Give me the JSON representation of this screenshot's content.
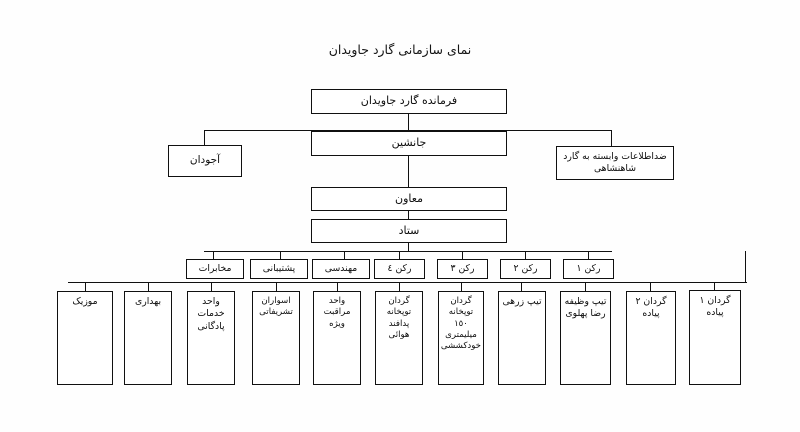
{
  "document": {
    "title": "نمای سازمانی گارد جاویدان",
    "language": "fa",
    "direction": "rtl"
  },
  "chart_data": {
    "type": "diagram",
    "diagram_kind": "organizational-chart",
    "title": "نمای سازمانی گارد جاویدان",
    "orientation": "top-down",
    "reading_direction": "right-to-left",
    "levels": [
      {
        "level": 1,
        "nodes": [
          "فرمانده گارد جاویدان"
        ]
      },
      {
        "level": 2,
        "nodes": [
          "آجودان",
          "جانشین",
          "ضداطلاعات وابسته به گارد شاهنشاهی"
        ]
      },
      {
        "level": 3,
        "nodes": [
          "معاون"
        ]
      },
      {
        "level": 4,
        "nodes": [
          "ستاد"
        ]
      },
      {
        "level": 5,
        "nodes": [
          "رکن ١",
          "رکن ٢",
          "رکن ٣",
          "رکن ٤",
          "مهندسی",
          "پشتیبانی",
          "مخابرات"
        ]
      },
      {
        "level": 6,
        "nodes": [
          "گردان ١ پیاده",
          "گردان ٢ پیاده",
          "تیپ وظیفه رضا پهلوی",
          "تیپ زرهی",
          "گردان توپخانه ١٥٠ میلیمتری خودکششی",
          "گردان توپخانه پدافند هوائی",
          "واحد مراقبت ویژه",
          "اسواران تشریفاتی",
          "واحد خدمات پادگانی",
          "بهداری",
          "موزیک"
        ]
      }
    ]
  },
  "nodes": {
    "commander": {
      "label": "فرمانده گارد جاویدان"
    },
    "adjutant": {
      "label": "آجودان"
    },
    "deputy": {
      "label": "جانشین"
    },
    "counter_intel": {
      "label": "ضداطلاعات وابسته به گارد شاهنشاهی"
    },
    "assistant": {
      "label": "معاون"
    },
    "staff": {
      "label": "ستاد"
    }
  },
  "staff_sections": [
    {
      "id": "rokn-1",
      "label": "رکن ١"
    },
    {
      "id": "rokn-2",
      "label": "رکن ٢"
    },
    {
      "id": "rokn-3",
      "label": "رکن ٣"
    },
    {
      "id": "rokn-4",
      "label": "رکن ٤"
    },
    {
      "id": "engineering",
      "label": "مهندسی"
    },
    {
      "id": "logistics",
      "label": "پشتیبانی"
    },
    {
      "id": "communications",
      "label": "مخابرات"
    }
  ],
  "units": [
    {
      "id": "battalion-1-infantry",
      "label": "گردان ١ پیاده"
    },
    {
      "id": "battalion-2-infantry",
      "label": "گردان ٢ پیاده"
    },
    {
      "id": "brigade-reza-pahlavi",
      "label": "تیپ وظیفه رضا پهلوی"
    },
    {
      "id": "armored-brigade",
      "label": "تیپ زرهی"
    },
    {
      "id": "artillery-150mm",
      "label": "گردان توپخانه ١٥٠ میلیمتری خودکششی"
    },
    {
      "id": "air-defense-artillery",
      "label": "گردان توپخانه پدافند هوائی"
    },
    {
      "id": "special-surveillance",
      "label": "واحد مراقبت ویژه"
    },
    {
      "id": "ceremonial-cavalry",
      "label": "اسواران تشریفاتی"
    },
    {
      "id": "garrison-services",
      "label": "واحد خدمات پادگانی"
    },
    {
      "id": "medical",
      "label": "بهداری"
    },
    {
      "id": "music-band",
      "label": "موزیک"
    }
  ],
  "colors": {
    "background": "#fefefe",
    "line": "#101010",
    "text": "#0d0d0d",
    "box_fill": "#ffffff"
  }
}
